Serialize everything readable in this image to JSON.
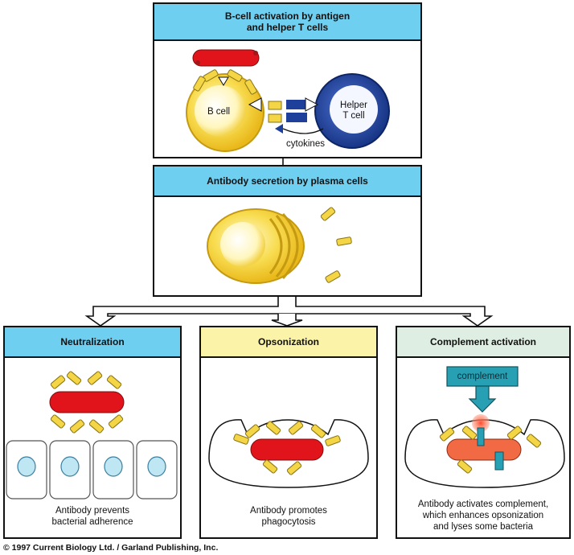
{
  "panels": {
    "activation": {
      "title_line1": "B-cell activation by antigen",
      "title_line2": "and helper T cells",
      "b_cell": "B cell",
      "helper_line1": "Helper",
      "helper_line2": "T cell",
      "cytokines": "cytokines"
    },
    "secretion": {
      "title": "Antibody secretion by plasma cells"
    },
    "neutralization": {
      "title": "Neutralization",
      "caption_line1": "Antibody prevents",
      "caption_line2": "bacterial adherence"
    },
    "opsonization": {
      "title": "Opsonization",
      "caption_line1": "Antibody promotes",
      "caption_line2": "phagocytosis"
    },
    "complement": {
      "title": "Complement activation",
      "label": "complement",
      "caption_line1": "Antibody activates complement,",
      "caption_line2": "which enhances opsonization",
      "caption_line3": "and lyses some bacteria"
    }
  },
  "copyright": "© 1997 Current Biology Ltd. / Garland Publishing, Inc.",
  "colors": {
    "header_blue": "#6ecff0",
    "header_yellow": "#fbf3a8",
    "header_green": "#dfeee3",
    "bacterium_red": "#e1141b",
    "antibody_yellow": "#f3d545",
    "b_cell_yellow": "#f6cd2a",
    "t_cell_blue": "#1e3f9a",
    "complement_teal": "#28a0b4",
    "epithelium_blue": "#bfe6f3"
  }
}
